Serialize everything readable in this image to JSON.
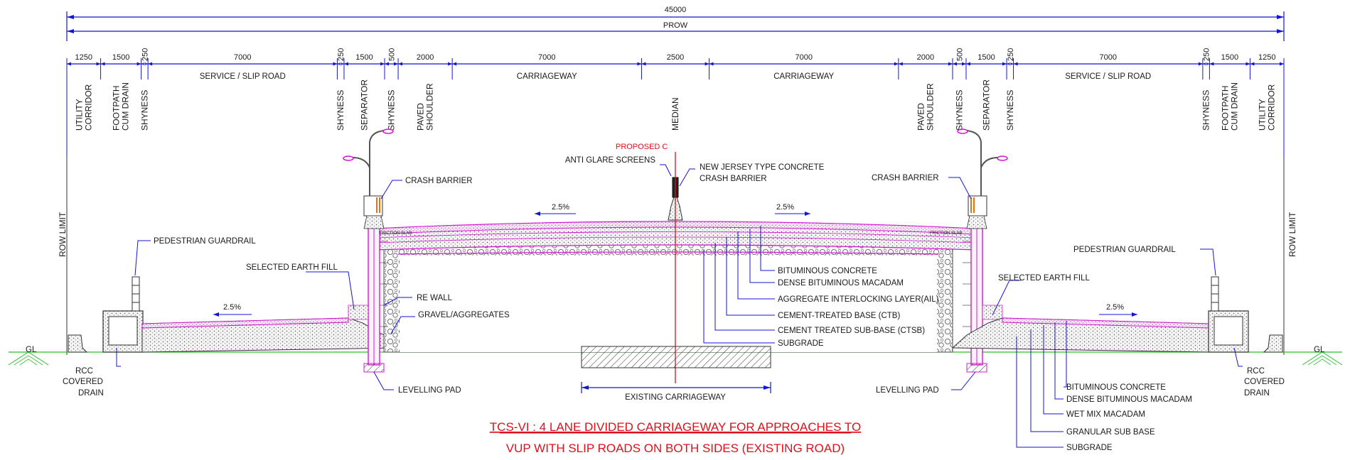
{
  "top_dims": {
    "total": "45000",
    "prow": "PROW"
  },
  "dims": [
    "1250",
    "1500",
    "250",
    "7000",
    "250",
    "1500",
    "500",
    "2000",
    "7000",
    "2500",
    "7000",
    "2000",
    "500",
    "1500",
    "250",
    "7000",
    "250",
    "1500",
    "1250"
  ],
  "zones": [
    "UTILITY|CORRIDOR",
    "FOOTPATH|CUM DRAIN",
    "SHYNESS",
    "SERVICE / SLIP ROAD",
    "SHYNESS",
    "SEPARATOR",
    "SHYNESS",
    "PAVED|SHOULDER",
    "CARRIAGEWAY",
    "MEDIAN",
    "CARRIAGEWAY",
    "PAVED|SHOULDER",
    "SHYNESS",
    "SEPARATOR",
    "SHYNESS",
    "SERVICE / SLIP ROAD",
    "SHYNESS",
    "FOOTPATH|CUM DRAIN",
    "UTILITY|CORRIDOR"
  ],
  "row_limit": "ROW LIMIT",
  "gl": "GL",
  "proposed_cl": "PROPOSED C",
  "slope": "2.5%",
  "friction_slab": "FRICTION SLAB",
  "labels": {
    "anti_glare": "ANTI GLARE SCREENS",
    "nj_barrier_1": "NEW JERSEY TYPE CONCRETE",
    "nj_barrier_2": "CRASH BARRIER",
    "crash_barrier": "CRASH BARRIER",
    "ped_guardrail": "PEDESTRIAN GUARDRAIL",
    "earth_fill": "SELECTED EARTH FILL",
    "re_wall": "RE WALL",
    "gravel": "GRAVEL/AGGREGATES",
    "rcc_1": "RCC",
    "rcc_2": "COVERED",
    "rcc_3": "DRAIN",
    "levelling_pad": "LEVELLING PAD",
    "existing_cw": "EXISTING CARRIAGEWAY"
  },
  "main_layers": [
    "BITUMINOUS CONCRETE",
    "DENSE BITUMINOUS MACADAM",
    "AGGREGATE INTERLOCKING LAYER(AIL)",
    "CEMENT-TREATED BASE (CTB)",
    "CEMENT TREATED SUB-BASE (CTSB)",
    "SUBGRADE"
  ],
  "slip_layers": [
    "BITUMINOUS CONCRETE",
    "DENSE BITUMINOUS MACADAM",
    "WET MIX MACADAM",
    "GRANULAR SUB BASE",
    "SUBGRADE"
  ],
  "title": {
    "line1": "TCS-VI : 4 LANE DIVIDED CARRIAGEWAY FOR APPROACHES TO",
    "line2": "VUP WITH SLIP ROADS ON BOTH SIDES (EXISTING ROAD)"
  },
  "colors": {
    "dim_blue": "#1414d8",
    "layer_magenta": "#d417d4",
    "title_red": "#e0101a",
    "gl_green": "#2fbf2f"
  }
}
